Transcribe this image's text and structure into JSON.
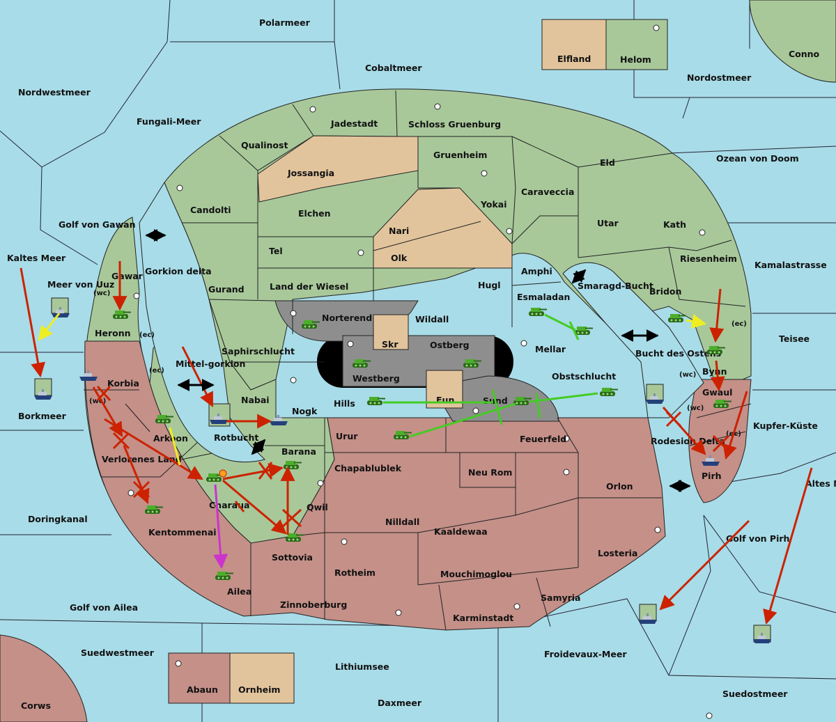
{
  "map": {
    "colors": {
      "sea": "#a8dce8",
      "green": "#a8c89a",
      "tan": "#e2c49c",
      "red": "#c49088",
      "grey": "#8e8e8e",
      "black": "#000000",
      "order_red": "#cc2200",
      "order_green": "#44cc22",
      "order_yellow": "#eeee22",
      "order_magenta": "#cc33cc"
    },
    "seas": [
      "Polarmeer",
      "Cobaltmeer",
      "Nordostmeer",
      "Conno",
      "Nordwestmeer",
      "Fungali-Meer",
      "Ozean von Doom",
      "Golf von Gawan",
      "Kaltes Meer",
      "Meer von Uuz",
      "Kamalastrasse",
      "Teisee",
      "Borkmeer",
      "Kupfer-Küste",
      "Altes Meer",
      "Doringkanal",
      "Golf von Pirh",
      "Golf von Ailea",
      "Suedwestmeer",
      "Lithiumsee",
      "Froidevaux-Meer",
      "Daxmeer",
      "Suedostmeer",
      "Smaragd-Bucht",
      "Bucht des Ostens",
      "Mittel-gorkion",
      "Rotbucht",
      "Gorkion delta",
      "Rodesion Delta",
      "Corws"
    ],
    "green_lands": [
      "Jadestadt",
      "Schloss Gruenburg",
      "Qualinost",
      "Gruenheim",
      "Eld",
      "Candolti",
      "Caraveccia",
      "Yokai",
      "Utar",
      "Kath",
      "Elchen",
      "Tel",
      "Amphi",
      "Riesenheim",
      "Gurand",
      "Land der Wiesel",
      "Hugl",
      "Bridon",
      "Esmaladan",
      "Wildall",
      "Mellar",
      "Saphirschlucht",
      "Nabai",
      "Nogk",
      "Hills",
      "Gawar",
      "Heronn",
      "Arkoon",
      "Charaua",
      "Helom"
    ],
    "tan_lands": [
      "Elfland",
      "Jossangia",
      "Nari",
      "Olk",
      "Skr",
      "Eun",
      "Ornheim"
    ],
    "red_lands": [
      "Korbia",
      "Verlorenes Land",
      "Kentommenai",
      "Ailea",
      "Sottovia",
      "Qwil",
      "Barana",
      "Urur",
      "Chapablublek",
      "Neu Rom",
      "Nilldall",
      "Kaaldewaa",
      "Feuerfeld",
      "Obstschlucht",
      "Orlon",
      "Losteria",
      "Rotheim",
      "Mouchimoglou",
      "Samyria",
      "Zinnoberburg",
      "Karminstadt",
      "Bynn",
      "Gwaul",
      "Pirh",
      "Abaun"
    ],
    "grey_lands": [
      "Norterend",
      "Ostberg",
      "Westberg",
      "Sund"
    ],
    "coast_tags": {
      "wc": "(wc)",
      "ec": "(ec)"
    }
  }
}
